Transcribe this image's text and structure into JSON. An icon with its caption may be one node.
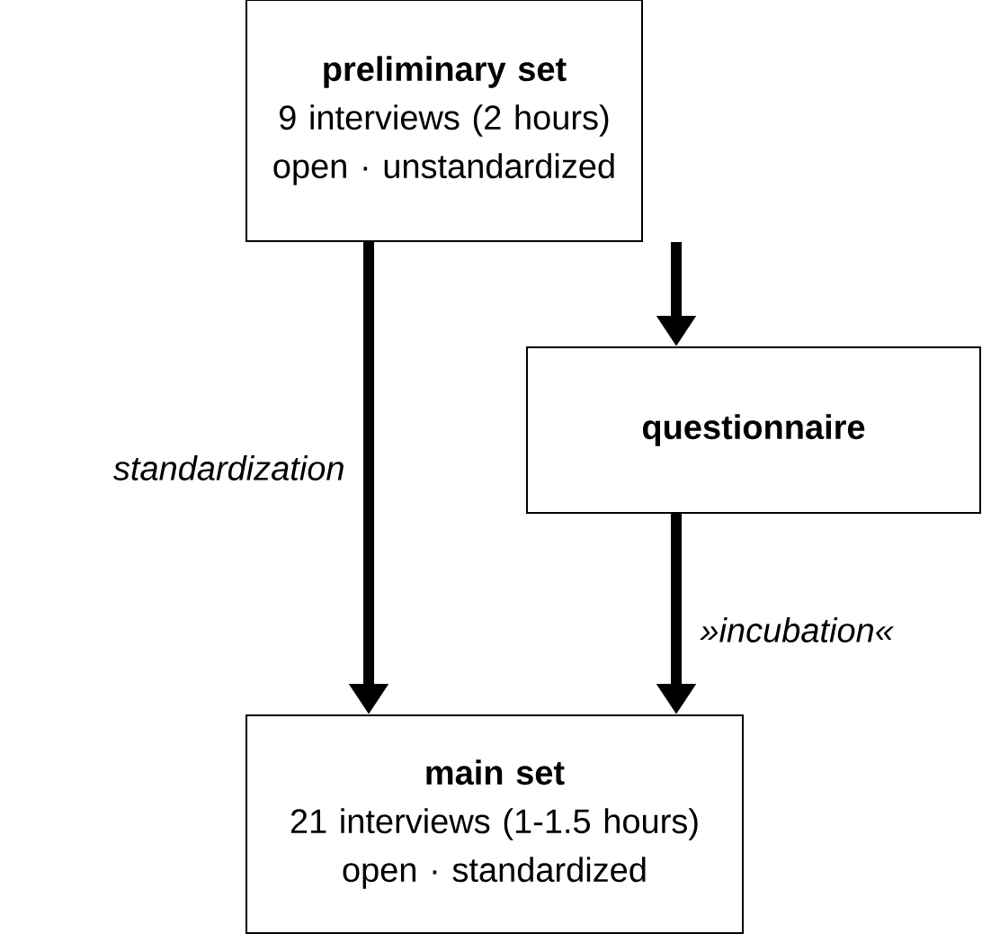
{
  "diagram": {
    "nodes": [
      {
        "text": [
          "preliminary set",
          "9 interviews (2 hours)",
          "open · unstandardized"
        ]
      },
      {
        "text": [
          "questionnaire"
        ]
      },
      {
        "text": [
          "main set",
          "21 interviews (1-1.5 hours)",
          "open · standardized"
        ]
      }
    ],
    "edges": [
      {
        "from": 0,
        "to": 2,
        "arrow": "to",
        "label": "standardization"
      },
      {
        "from": 0,
        "to": 1,
        "arrow": "to"
      },
      {
        "from": 1,
        "to": 2,
        "arrow": "to",
        "label": "»incubation«"
      }
    ]
  }
}
